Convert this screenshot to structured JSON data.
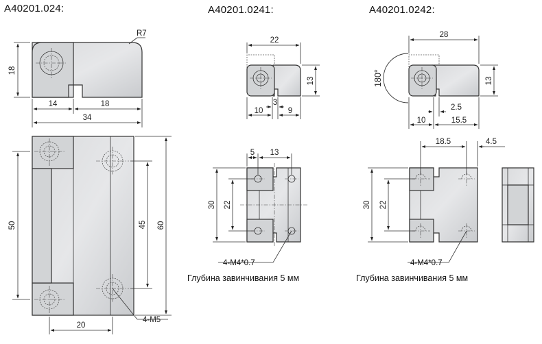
{
  "titles": {
    "left": "A40201.024:",
    "middle": "A40201.0241:",
    "right": "A40201.0242:"
  },
  "left": {
    "r7": "R7",
    "d18": "18",
    "d14": "14",
    "d18b": "18",
    "d34": "34",
    "d50": "50",
    "d45": "45",
    "d60": "60",
    "d20": "20",
    "thread": "4-M5"
  },
  "middle": {
    "d22": "22",
    "d13": "13",
    "d10": "10",
    "d3": "3",
    "d9": "9",
    "d5": "5",
    "d13b": "13",
    "d30": "30",
    "d22v": "22",
    "thread": "4-M4*0.7",
    "depth": "Глубина завинчивания 5 мм"
  },
  "right": {
    "d28": "28",
    "angle": "180°",
    "d13": "13",
    "d2_5": "2.5",
    "d10": "10",
    "d15_5": "15.5",
    "d18_5": "18.5",
    "d4_5": "4.5",
    "d30": "30",
    "d22": "22",
    "thread": "4-M4*0.7",
    "depth": "Глубина завинчивания 5 мм"
  }
}
